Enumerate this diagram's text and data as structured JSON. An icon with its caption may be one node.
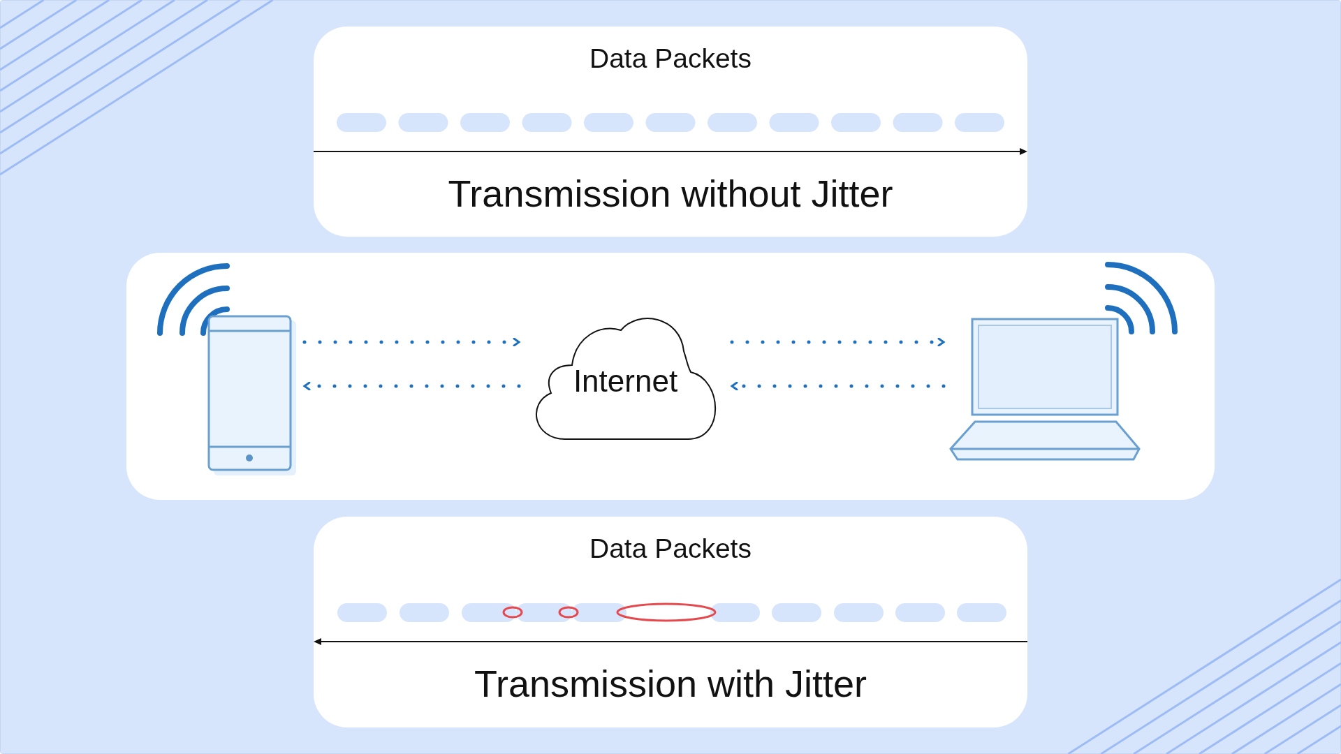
{
  "diagram": {
    "nodes": [
      {
        "text": [
          "Data Packets",
          "Transmission without Jitter"
        ]
      },
      {
        "text": [],
        "shape": "box"
      },
      {
        "text": [],
        "shape": "picture",
        "in": 1
      },
      {
        "text": [
          "Internet"
        ],
        "in": 1
      },
      {
        "text": [],
        "shape": "picture",
        "in": 1
      },
      {
        "text": [
          "Data Packets",
          "Transmission with Jitter"
        ]
      }
    ],
    "edges": [
      {
        "from": 2,
        "to": 3,
        "arrow": "to",
        "style": "dashed"
      },
      {
        "from": 3,
        "to": 2,
        "arrow": "to",
        "style": "dashed"
      },
      {
        "from": 3,
        "to": 4,
        "arrow": "to",
        "style": "dashed"
      },
      {
        "from": 4,
        "to": 3,
        "arrow": "to",
        "style": "dashed"
      }
    ]
  }
}
